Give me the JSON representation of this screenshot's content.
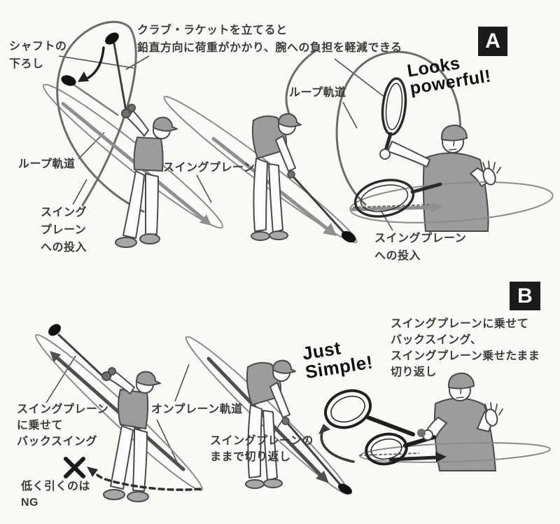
{
  "page": {
    "background": "#fbfaf7",
    "ink": "#3a3a3a",
    "badge_bg": "#1b1b1b",
    "badge_fg": "#ffffff",
    "figure_gray": "#9c9c9c",
    "arrow_gray": "#8f8f8f"
  },
  "section_a": {
    "badge": "A",
    "note_top": "クラブ・ラケットを立てると\n鉛直方向に荷重がかかり、腕への負担を軽減できる",
    "label_shaft_down": "シャフトの\n下ろし",
    "label_loop_left": "ループ軌道",
    "label_swing_plane": "スイングプレーン",
    "label_plane_entry_left": "スイング\nプレーン\nへの投入",
    "label_loop_right": "ループ軌道",
    "label_plane_entry_right": "スイングプレーン\nへの投入",
    "callout_en": "Looks\npowerful!"
  },
  "section_b": {
    "badge": "B",
    "note_right": "スイングプレーンに乗せて\nバックスイング、\nスイングプレーン乗せたまま\n切り返し",
    "label_onplane_backswing": "スイングプレーン\nに乗せて\nバックスイング",
    "label_low_pull_ng": "低く引くのは\nNG",
    "label_onplane_trajectory": "オンプレーン軌道",
    "label_keep_plane": "スイングプレーンの\nままで切り返し",
    "callout_en": "Just\nSimple!"
  }
}
